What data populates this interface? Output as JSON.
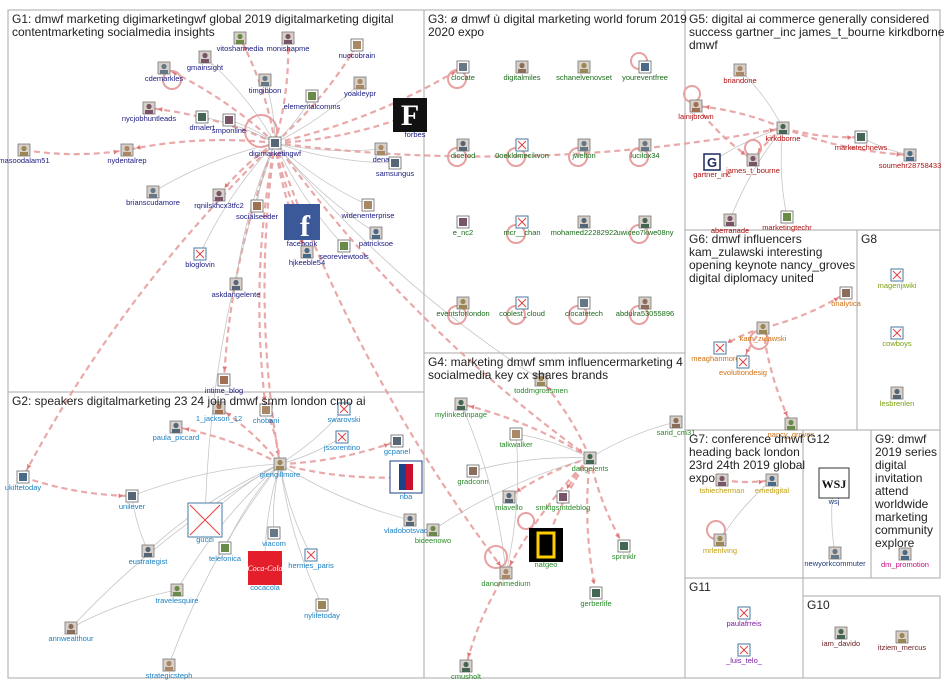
{
  "groups": [
    {
      "id": "G1",
      "title_lines": [
        "G1: dmwf marketing digimarketingwf global 2019 digitalmarketing digital",
        "contentmarketing socialmedia insights"
      ],
      "label_color": "#1a1a80"
    },
    {
      "id": "G2",
      "title_lines": [
        "G2: speakers digitalmarketing 23 24 join dmwf smm london cmo ai"
      ],
      "label_color": "#1a7fc0"
    },
    {
      "id": "G3",
      "title_lines": [
        "G3: ø dmwf ù digital marketing world forum 2019",
        "2020 expo"
      ],
      "label_color": "#1a6a1a"
    },
    {
      "id": "G4",
      "title_lines": [
        "G4: marketing dmwf smm influencermarketing 4",
        "socialmedia key cx shares brands"
      ],
      "label_color": "#2a8a2a"
    },
    {
      "id": "G5",
      "title_lines": [
        "G5: digital ai commerce generally considered",
        "success gartner_inc james_t_bourne kirkdborne",
        "dmwf"
      ],
      "label_color": "#b01010"
    },
    {
      "id": "G6",
      "title_lines": [
        "G6: dmwf influencers",
        "kam_zulawski interesting",
        "opening keynote nancy_groves",
        "digital diplomacy united"
      ],
      "label_color": "#d07010"
    },
    {
      "id": "G7",
      "title_lines": [
        "G7: conference dmwf",
        "heading back london",
        "23rd 24th 2019 global",
        "expo"
      ],
      "label_color": "#c0a010"
    },
    {
      "id": "G8",
      "title_lines": [
        "G8"
      ],
      "label_color": "#7aa010"
    },
    {
      "id": "G9",
      "title_lines": [
        "G9: dmwf",
        "2019 series",
        "digital",
        "invitation",
        "attend",
        "worldwide",
        "marketing",
        "community",
        "explore"
      ],
      "label_color": "#c01080"
    },
    {
      "id": "G10",
      "title_lines": [
        "G10"
      ],
      "label_color": "#702020"
    },
    {
      "id": "G11",
      "title_lines": [
        "G11"
      ],
      "label_color": "#7a1aa0"
    },
    {
      "id": "G12",
      "title_lines": [
        "G12"
      ],
      "label_color": "#1a3a7a"
    }
  ],
  "nodes": [
    {
      "id": "gmainsight",
      "label": "gmainsight",
      "group": "G1",
      "icon": "avatar-photo"
    },
    {
      "id": "vitosharmedia",
      "label": "vitosharmedia",
      "group": "G1",
      "icon": "avatar-photo"
    },
    {
      "id": "monishapme",
      "label": "monishapme",
      "group": "G1",
      "icon": "avatar-photo"
    },
    {
      "id": "cdemarkles",
      "label": "cdemarkles",
      "group": "G1",
      "icon": "avatar-photo"
    },
    {
      "id": "nuccobrain",
      "label": "nuccobrain",
      "group": "G1",
      "icon": "avatar-logo"
    },
    {
      "id": "yoakleypr",
      "label": "yoakleypr",
      "group": "G1",
      "icon": "avatar-photo"
    },
    {
      "id": "timgibbon",
      "label": "timgibbon",
      "group": "G1",
      "icon": "avatar-photo"
    },
    {
      "id": "elementalcomms",
      "label": "elementalcomms",
      "group": "G1",
      "icon": "avatar-logo"
    },
    {
      "id": "nycjobhuntleads",
      "label": "nycjobhuntleads",
      "group": "G1",
      "icon": "avatar-photo"
    },
    {
      "id": "dmalert",
      "label": "dmalert",
      "group": "G1",
      "icon": "avatar-logo"
    },
    {
      "id": "smponline",
      "label": "smponline",
      "group": "G1",
      "icon": "avatar-logo"
    },
    {
      "id": "forbes",
      "label": "forbes",
      "group": "G1",
      "icon": "forbes-logo"
    },
    {
      "id": "masoodalam51",
      "label": "masoodalam51",
      "group": "G1",
      "icon": "avatar-photo"
    },
    {
      "id": "nydentalrep",
      "label": "nydentalrep",
      "group": "G1",
      "icon": "avatar-photo"
    },
    {
      "id": "digimarketingwf",
      "label": "digimarketingwf",
      "group": "G1",
      "icon": "avatar-logo"
    },
    {
      "id": "dena",
      "label": "dena",
      "group": "G1",
      "icon": "avatar-photo"
    },
    {
      "id": "samsungus",
      "label": "samsungus",
      "group": "G1",
      "icon": "avatar-logo"
    },
    {
      "id": "brianscudamore",
      "label": "brianscudamore",
      "group": "G1",
      "icon": "avatar-photo"
    },
    {
      "id": "rqnilskhcx3tfc2",
      "label": "rqnilskhcx3tfc2",
      "group": "G1",
      "icon": "avatar-photo"
    },
    {
      "id": "socialseeder",
      "label": "socialseeder",
      "group": "G1",
      "icon": "avatar-logo"
    },
    {
      "id": "facebook",
      "label": "facebook",
      "group": "G1",
      "icon": "facebook-logo"
    },
    {
      "id": "widenenterprise",
      "label": "widenenterprise",
      "group": "G1",
      "icon": "avatar-logo"
    },
    {
      "id": "hjkeeble54",
      "label": "hjkeeble54",
      "group": "G1",
      "icon": "avatar-photo"
    },
    {
      "id": "patricksoe",
      "label": "patricksoe",
      "group": "G1",
      "icon": "avatar-photo"
    },
    {
      "id": "seoreviewtools",
      "label": "seoreviewtools",
      "group": "G1",
      "icon": "avatar-logo"
    },
    {
      "id": "bloglovin",
      "label": "bloglovin",
      "group": "G1",
      "icon": "broken-image"
    },
    {
      "id": "askdangelente",
      "label": "askdangelente",
      "group": "G1",
      "icon": "avatar-photo"
    },
    {
      "id": "intime_blog",
      "label": "intime_blog",
      "group": "G1",
      "icon": "avatar-logo"
    },
    {
      "id": "1_jackson_12",
      "label": "1_jackson_12",
      "group": "G2",
      "icon": "avatar-photo"
    },
    {
      "id": "chobani",
      "label": "chobani",
      "group": "G2",
      "icon": "avatar-logo"
    },
    {
      "id": "swarovski",
      "label": "swarovski",
      "group": "G2",
      "icon": "broken-image"
    },
    {
      "id": "paula_piccard",
      "label": "paula_piccard",
      "group": "G2",
      "icon": "avatar-photo"
    },
    {
      "id": "jssorentino",
      "label": "jssorentino",
      "group": "G2",
      "icon": "broken-image"
    },
    {
      "id": "gcpanel",
      "label": "gcpanel",
      "group": "G2",
      "icon": "avatar-logo"
    },
    {
      "id": "ukiftetoday",
      "label": "ukiftetoday",
      "group": "G2",
      "icon": "avatar-logo"
    },
    {
      "id": "giengillmore",
      "label": "giengillmore",
      "group": "G2",
      "icon": "avatar-photo"
    },
    {
      "id": "nba",
      "label": "nba",
      "group": "G2",
      "icon": "nba-logo"
    },
    {
      "id": "unilever",
      "label": "unilever",
      "group": "G2",
      "icon": "avatar-logo"
    },
    {
      "id": "gucci",
      "label": "gucci",
      "group": "G2",
      "icon": "broken-image"
    },
    {
      "id": "viacom",
      "label": "viacom",
      "group": "G2",
      "icon": "avatar-logo"
    },
    {
      "id": "vladobotsvadze",
      "label": "vladobotsvadze",
      "group": "G2",
      "icon": "avatar-photo"
    },
    {
      "id": "eustrategist",
      "label": "eustrategist",
      "group": "G2",
      "icon": "avatar-photo"
    },
    {
      "id": "telefonica",
      "label": "telefonica",
      "group": "G2",
      "icon": "avatar-logo"
    },
    {
      "id": "hermes_paris",
      "label": "hermes_paris",
      "group": "G2",
      "icon": "broken-image"
    },
    {
      "id": "cocacola",
      "label": "cocacola",
      "group": "G2",
      "icon": "cocacola-logo"
    },
    {
      "id": "travelesquire",
      "label": "travelesquire",
      "group": "G2",
      "icon": "avatar-photo"
    },
    {
      "id": "nylifetoday",
      "label": "nylifetoday",
      "group": "G2",
      "icon": "avatar-logo"
    },
    {
      "id": "annwealthour",
      "label": "annwealthour",
      "group": "G2",
      "icon": "avatar-photo"
    },
    {
      "id": "strategicsteph",
      "label": "strategicsteph",
      "group": "G2",
      "icon": "avatar-photo"
    },
    {
      "id": "clocate",
      "label": "clocate",
      "group": "G3",
      "icon": "avatar-logo"
    },
    {
      "id": "digitalmiles",
      "label": "digitalmiles",
      "group": "G3",
      "icon": "avatar-photo"
    },
    {
      "id": "schanelvenovset",
      "label": "schanelvenovset",
      "group": "G3",
      "icon": "avatar-photo"
    },
    {
      "id": "youreventfree",
      "label": "youreventfree",
      "group": "G3",
      "icon": "avatar-logo"
    },
    {
      "id": "dicerod",
      "label": "dicerod",
      "group": "G3",
      "icon": "avatar-photo"
    },
    {
      "id": "0oekldmecikvon",
      "label": "0oekldmecikvon",
      "group": "G3",
      "icon": "broken-image"
    },
    {
      "id": "jwelton",
      "label": "jwelton",
      "group": "G3",
      "icon": "avatar-photo"
    },
    {
      "id": "lucilox34",
      "label": "lucilox34",
      "group": "G3",
      "icon": "avatar-photo"
    },
    {
      "id": "e_nc2",
      "label": "e_nc2",
      "group": "G3",
      "icon": "avatar-logo"
    },
    {
      "id": "mcr__chan",
      "label": "mcr__chan",
      "group": "G3",
      "icon": "broken-image"
    },
    {
      "id": "mohamed22282922",
      "label": "mohamed22282922",
      "group": "G3",
      "icon": "avatar-photo"
    },
    {
      "id": "uwiceo7kwe08ny",
      "label": "uwiceo7kwe08ny",
      "group": "G3",
      "icon": "avatar-photo"
    },
    {
      "id": "eventsforlondon",
      "label": "eventsforlondon",
      "group": "G3",
      "icon": "avatar-photo"
    },
    {
      "id": "coolest_cloud",
      "label": "coolest_cloud",
      "group": "G3",
      "icon": "broken-image"
    },
    {
      "id": "clocatetech",
      "label": "clocatetech",
      "group": "G3",
      "icon": "avatar-logo"
    },
    {
      "id": "abdulra53055896",
      "label": "abdulra53055896",
      "group": "G3",
      "icon": "avatar-photo"
    },
    {
      "id": "toddmgrossmen",
      "label": "toddmgrossmen",
      "group": "G4",
      "icon": "avatar-photo"
    },
    {
      "id": "mylinkedinpage",
      "label": "mylinkedinpage",
      "group": "G4",
      "icon": "avatar-photo"
    },
    {
      "id": "sarid_cm31",
      "label": "sarid_cm31",
      "group": "G4",
      "icon": "avatar-photo"
    },
    {
      "id": "talkwalker",
      "label": "talkwalker",
      "group": "G4",
      "icon": "avatar-logo"
    },
    {
      "id": "dangelents",
      "label": "dangelents",
      "group": "G4",
      "icon": "avatar-photo"
    },
    {
      "id": "gradconn",
      "label": "gradconn",
      "group": "G4",
      "icon": "avatar-logo"
    },
    {
      "id": "mlavello",
      "label": "mlavello",
      "group": "G4",
      "icon": "avatar-photo"
    },
    {
      "id": "smktgsmtdeblog",
      "label": "smktgsmtdeblog",
      "group": "G4",
      "icon": "avatar-logo"
    },
    {
      "id": "bideenowo",
      "label": "bideenowo",
      "group": "G4",
      "icon": "avatar-photo"
    },
    {
      "id": "sprinklr",
      "label": "sprinklr",
      "group": "G4",
      "icon": "avatar-logo"
    },
    {
      "id": "natgeo",
      "label": "natgeo",
      "group": "G4",
      "icon": "natgeo-logo"
    },
    {
      "id": "danonimedium",
      "label": "danonimedium",
      "group": "G4",
      "icon": "avatar-photo"
    },
    {
      "id": "gerberlife",
      "label": "gerberlife",
      "group": "G4",
      "icon": "avatar-logo"
    },
    {
      "id": "cmusholt",
      "label": "cmusholt",
      "group": "G4",
      "icon": "avatar-photo"
    },
    {
      "id": "briandone",
      "label": "briandone",
      "group": "G5",
      "icon": "avatar-photo"
    },
    {
      "id": "lainijbrown",
      "label": "lainijbrown",
      "group": "G5",
      "icon": "avatar-photo"
    },
    {
      "id": "kirkdborne",
      "label": "kirkdborne",
      "group": "G5",
      "icon": "avatar-photo"
    },
    {
      "id": "marketechnews",
      "label": "marketechnews",
      "group": "G5",
      "icon": "avatar-logo"
    },
    {
      "id": "soumehr28758433",
      "label": "soumehr28758433",
      "group": "G5",
      "icon": "avatar-photo"
    },
    {
      "id": "gartner_inc",
      "label": "gartner_inc",
      "group": "G5",
      "icon": "gartner-logo"
    },
    {
      "id": "james_t_bourne",
      "label": "james_t_bourne",
      "group": "G5",
      "icon": "avatar-photo"
    },
    {
      "id": "aberranade",
      "label": "aberranade",
      "group": "G5",
      "icon": "avatar-photo"
    },
    {
      "id": "marketingtechr",
      "label": "marketingtechr",
      "group": "G5",
      "icon": "avatar-logo"
    },
    {
      "id": "onalytica",
      "label": "onalytica",
      "group": "G6",
      "icon": "avatar-logo"
    },
    {
      "id": "kam_zulawski",
      "label": "kam_zulawski",
      "group": "G6",
      "icon": "avatar-photo"
    },
    {
      "id": "meaghanmoreill_",
      "label": "meaghanmoreill_",
      "group": "G6",
      "icon": "broken-image"
    },
    {
      "id": "evolutiondesig",
      "label": "evolutiondesig",
      "group": "G6",
      "icon": "broken-image"
    },
    {
      "id": "nancy_groves",
      "label": "nancy_groves",
      "group": "G6",
      "icon": "avatar-photo"
    },
    {
      "id": "magenjiwiki",
      "label": "magenjiwiki",
      "group": "G8",
      "icon": "broken-image"
    },
    {
      "id": "cowboys",
      "label": "cowboys",
      "group": "G8",
      "icon": "broken-image"
    },
    {
      "id": "lesbrenlen",
      "label": "lesbrenlen",
      "group": "G8",
      "icon": "avatar-photo"
    },
    {
      "id": "tshiecherman",
      "label": "tshiecherman",
      "group": "G7",
      "icon": "avatar-photo"
    },
    {
      "id": "emedigital",
      "label": "emedigital",
      "group": "G7",
      "icon": "avatar-photo"
    },
    {
      "id": "mrlenlving",
      "label": "mrlenlving",
      "group": "G7",
      "icon": "avatar-photo"
    },
    {
      "id": "wsj",
      "label": "wsj",
      "group": "G12",
      "icon": "wsj-logo"
    },
    {
      "id": "newyorkcommuter",
      "label": "newyorkcommuter",
      "group": "G12",
      "icon": "avatar-photo"
    },
    {
      "id": "dm_promotion",
      "label": "dm_promotion",
      "group": "G9",
      "icon": "avatar-photo"
    },
    {
      "id": "paulafrreis",
      "label": "paulafrreis",
      "group": "G11",
      "icon": "broken-image"
    },
    {
      "id": "_luis_telo_",
      "label": "_luis_telo_",
      "group": "G11",
      "icon": "broken-image"
    },
    {
      "id": "iam_davido",
      "label": "iam_davido",
      "group": "G10",
      "icon": "avatar-photo"
    },
    {
      "id": "itziem_mercus",
      "label": "itziem_mercus",
      "group": "G10",
      "icon": "avatar-photo"
    }
  ],
  "logo_text": {
    "forbes": "F",
    "facebook": "f",
    "wsj": "WSJ",
    "nba": "NBA",
    "cocacola": "Coca-Cola",
    "gartner": "G"
  },
  "colors": {
    "edge": "#b8b8b8",
    "edge_strong": "#e8a0a0",
    "box_border": "#aaaaaa",
    "broken_x": "#e04040"
  }
}
